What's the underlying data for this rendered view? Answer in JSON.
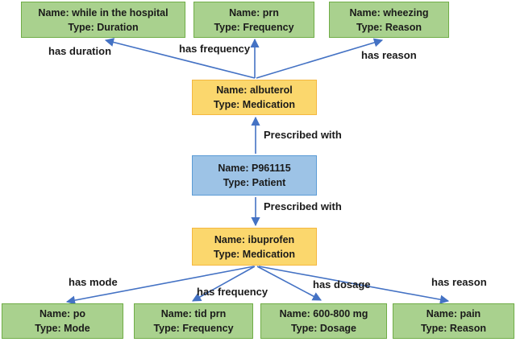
{
  "colors": {
    "background": "#ffffff",
    "green-fill": "#A9D18E",
    "green-border": "#70AD47",
    "orange-fill": "#FBD76D",
    "orange-border": "#F4B73F",
    "blue-fill": "#9DC3E6",
    "blue-border": "#5B9BD5",
    "arrow": "#4472C4",
    "text": "#1a1a1a"
  },
  "diagram": {
    "nodes": [
      {
        "id": "duration",
        "line1": "Name: while in the hospital",
        "line2": "Type: Duration",
        "kind": "green"
      },
      {
        "id": "prn",
        "line1": "Name: prn",
        "line2": "Type: Frequency",
        "kind": "green"
      },
      {
        "id": "wheezing",
        "line1": "Name: wheezing",
        "line2": "Type: Reason",
        "kind": "green"
      },
      {
        "id": "albuterol",
        "line1": "Name: albuterol",
        "line2": "Type: Medication",
        "kind": "orange"
      },
      {
        "id": "patient",
        "line1": "Name: P961115",
        "line2": "Type: Patient",
        "kind": "blue"
      },
      {
        "id": "ibuprofen",
        "line1": "Name: ibuprofen",
        "line2": "Type: Medication",
        "kind": "orange"
      },
      {
        "id": "po",
        "line1": "Name: po",
        "line2": "Type: Mode",
        "kind": "green"
      },
      {
        "id": "tidprn",
        "line1": "Name: tid prn",
        "line2": "Type: Frequency",
        "kind": "green"
      },
      {
        "id": "dosage",
        "line1": "Name: 600-800 mg",
        "line2": "Type: Dosage",
        "kind": "green"
      },
      {
        "id": "pain",
        "line1": "Name: pain",
        "line2": "Type: Reason",
        "kind": "green"
      }
    ],
    "edges": [
      {
        "label": "has duration",
        "from": "albuterol",
        "to": "duration"
      },
      {
        "label": "has frequency",
        "from": "albuterol",
        "to": "prn"
      },
      {
        "label": "has reason",
        "from": "albuterol",
        "to": "wheezing"
      },
      {
        "label": "Prescribed with",
        "from": "patient",
        "to": "albuterol"
      },
      {
        "label": "Prescribed with",
        "from": "patient",
        "to": "ibuprofen"
      },
      {
        "label": "has mode",
        "from": "ibuprofen",
        "to": "po"
      },
      {
        "label": "has frequency",
        "from": "ibuprofen",
        "to": "tidprn"
      },
      {
        "label": "has dosage",
        "from": "ibuprofen",
        "to": "dosage"
      },
      {
        "label": "has reason",
        "from": "ibuprofen",
        "to": "pain"
      }
    ]
  }
}
